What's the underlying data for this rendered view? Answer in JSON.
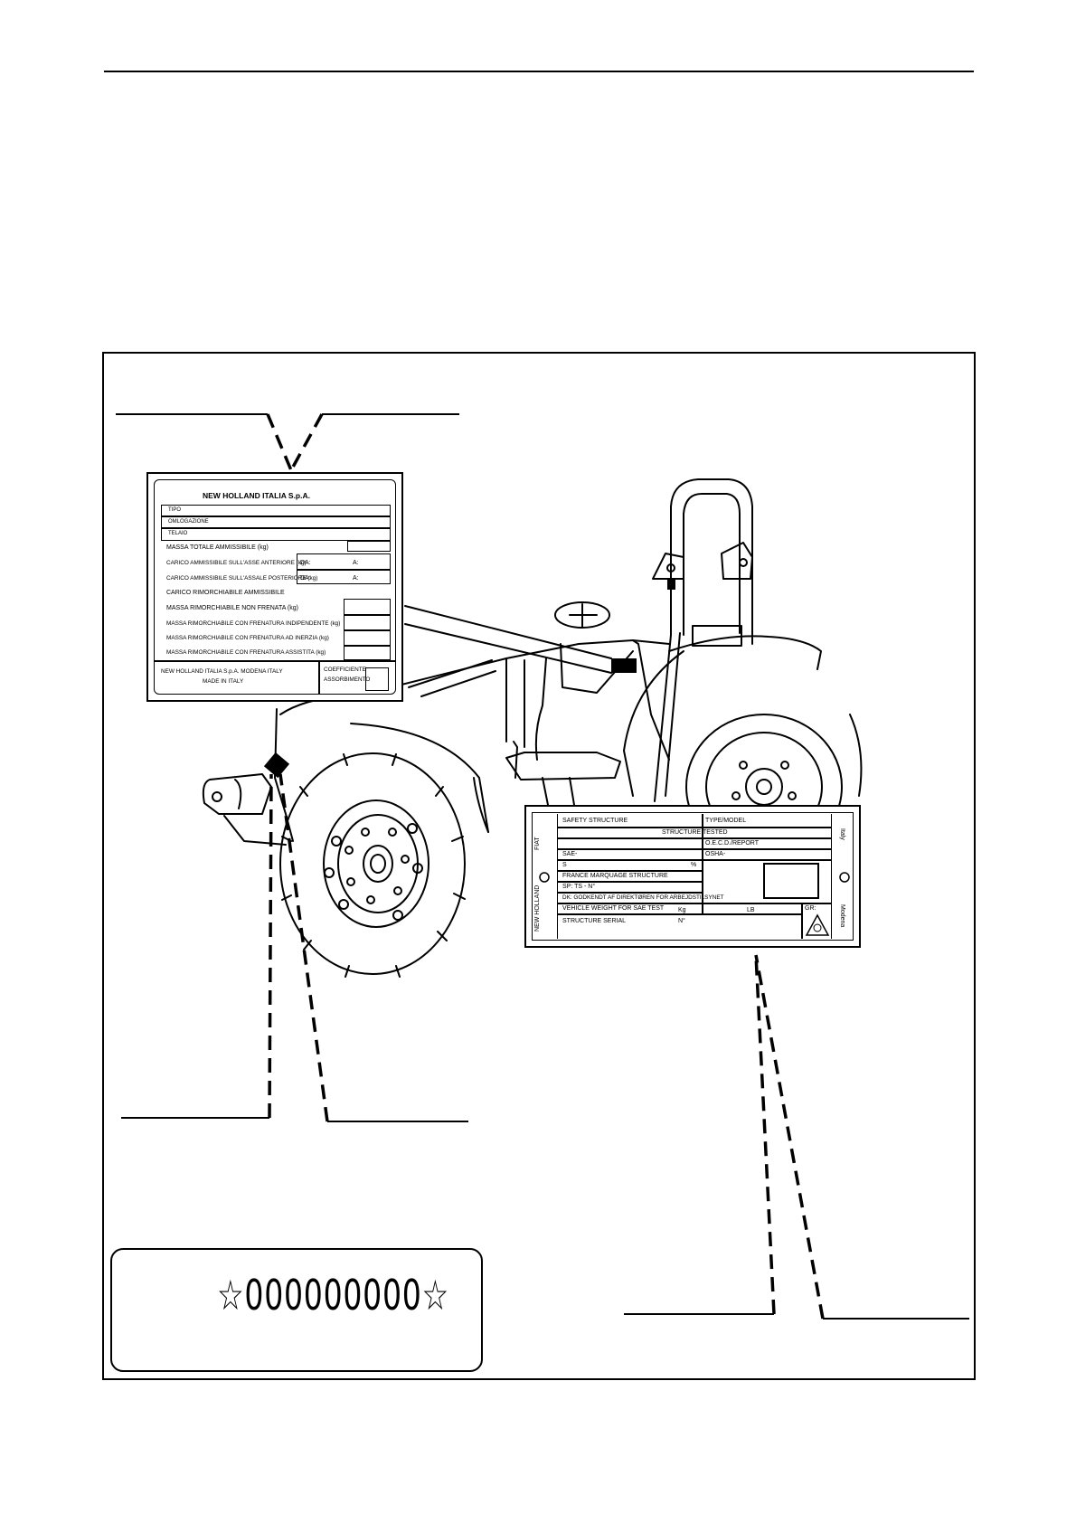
{
  "identification_plate": {
    "title": "NEW HOLLAND ITALIA S.p.A.",
    "rows": [
      "TIPO",
      "OMLOGAZIONE",
      "TELAIO"
    ],
    "mass_total": "MASSA TOTALE AMMISSIBILE (kg)",
    "front_axle": "CARICO AMMISSIBILE SULL'ASSE ANTERIORE (kg)",
    "rear_axle": "CARICO AMMISSIBILE SULL'ASSALE POSTERIORE (kg)",
    "da_label": "DA:",
    "a_label": "A:",
    "towable": "CARICO RIMORCHIABILE AMMISSIBILE",
    "unbraked": "MASSA RIMORCHIABILE NON FRENATA (kg)",
    "independent": "MASSA RIMORCHIABILE CON FRENATURA INDIPENDENTE (kg)",
    "inertia": "MASSA RIMORCHIABILE CON FRENATURA AD INERZIA (kg)",
    "assisted": "MASSA RIMORCHIABILE CON FRENATURA ASSISTITA (kg)",
    "maker_line1": "NEW HOLLAND ITALIA S.p.A. MODENA ITALY",
    "maker_line2": "MADE IN ITALY",
    "coeff_line1": "COEFFICIENTE",
    "coeff_line2": "ASSORBIMENTO"
  },
  "safety_plate": {
    "left_side": "NEW HOLLAND",
    "left_top": "FIAT",
    "right_top": "Italy",
    "right_bottom": "Modena",
    "safety_structure": "SAFETY STRUCTURE",
    "type_model": "TYPE/MODEL",
    "structure_tested": "STRUCTURE TESTED",
    "oecd": "O.E.C.D./REPORT",
    "sae": "SAE-",
    "osha": "OSHA-",
    "s_label": "S",
    "pct": "%",
    "france": "FRANCE MARQUAGE STRUCTURE",
    "sp": "SP: TS - N°",
    "dk": "DK: GODKENDT AF DIREKTØREN FOR ARBEJDSTILSYNET",
    "vehicle_weight": "VEHICLE WEIGHT FOR SAE TEST",
    "kg": "Kg",
    "lb": "LB",
    "gr": "GR:",
    "structure_serial": "STRUCTURE SERIAL",
    "n": "N°"
  },
  "serial_number": {
    "text": "☆000000000☆"
  }
}
